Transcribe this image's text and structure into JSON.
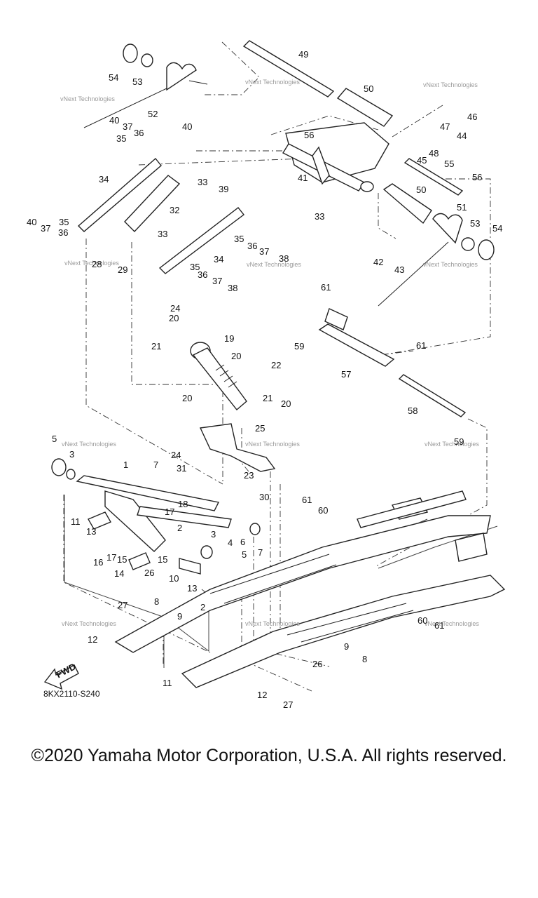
{
  "diagram": {
    "code": "8KX2110-S240",
    "fwd_label": "FWD",
    "watermark": "vNext Technologies",
    "callouts": [
      {
        "no": "1"
      },
      {
        "no": "2"
      },
      {
        "no": "2"
      },
      {
        "no": "3"
      },
      {
        "no": "3"
      },
      {
        "no": "4"
      },
      {
        "no": "5"
      },
      {
        "no": "5"
      },
      {
        "no": "6"
      },
      {
        "no": "7"
      },
      {
        "no": "7"
      },
      {
        "no": "8"
      },
      {
        "no": "8"
      },
      {
        "no": "9"
      },
      {
        "no": "9"
      },
      {
        "no": "10"
      },
      {
        "no": "11"
      },
      {
        "no": "11"
      },
      {
        "no": "12"
      },
      {
        "no": "12"
      },
      {
        "no": "13"
      },
      {
        "no": "13"
      },
      {
        "no": "14"
      },
      {
        "no": "15"
      },
      {
        "no": "15"
      },
      {
        "no": "16"
      },
      {
        "no": "17"
      },
      {
        "no": "17"
      },
      {
        "no": "18"
      },
      {
        "no": "19"
      },
      {
        "no": "20"
      },
      {
        "no": "20"
      },
      {
        "no": "20"
      },
      {
        "no": "20"
      },
      {
        "no": "21"
      },
      {
        "no": "21"
      },
      {
        "no": "22"
      },
      {
        "no": "23"
      },
      {
        "no": "24"
      },
      {
        "no": "24"
      },
      {
        "no": "25"
      },
      {
        "no": "26"
      },
      {
        "no": "26"
      },
      {
        "no": "27"
      },
      {
        "no": "27"
      },
      {
        "no": "28"
      },
      {
        "no": "29"
      },
      {
        "no": "30"
      },
      {
        "no": "31"
      },
      {
        "no": "32"
      },
      {
        "no": "33"
      },
      {
        "no": "33"
      },
      {
        "no": "33"
      },
      {
        "no": "34"
      },
      {
        "no": "34"
      },
      {
        "no": "35"
      },
      {
        "no": "35"
      },
      {
        "no": "35"
      },
      {
        "no": "35"
      },
      {
        "no": "36"
      },
      {
        "no": "36"
      },
      {
        "no": "36"
      },
      {
        "no": "36"
      },
      {
        "no": "37"
      },
      {
        "no": "37"
      },
      {
        "no": "37"
      },
      {
        "no": "37"
      },
      {
        "no": "38"
      },
      {
        "no": "38"
      },
      {
        "no": "39"
      },
      {
        "no": "40"
      },
      {
        "no": "40"
      },
      {
        "no": "40"
      },
      {
        "no": "41"
      },
      {
        "no": "42"
      },
      {
        "no": "43"
      },
      {
        "no": "44"
      },
      {
        "no": "45"
      },
      {
        "no": "46"
      },
      {
        "no": "47"
      },
      {
        "no": "48"
      },
      {
        "no": "49"
      },
      {
        "no": "50"
      },
      {
        "no": "50"
      },
      {
        "no": "51"
      },
      {
        "no": "52"
      },
      {
        "no": "53"
      },
      {
        "no": "53"
      },
      {
        "no": "54"
      },
      {
        "no": "54"
      },
      {
        "no": "55"
      },
      {
        "no": "56"
      },
      {
        "no": "56"
      },
      {
        "no": "57"
      },
      {
        "no": "58"
      },
      {
        "no": "59"
      },
      {
        "no": "59"
      },
      {
        "no": "60"
      },
      {
        "no": "60"
      },
      {
        "no": "61"
      },
      {
        "no": "61"
      },
      {
        "no": "61"
      },
      {
        "no": "61"
      }
    ]
  },
  "copyright": "©2020 Yamaha Motor Corporation, U.S.A. All rights reserved."
}
